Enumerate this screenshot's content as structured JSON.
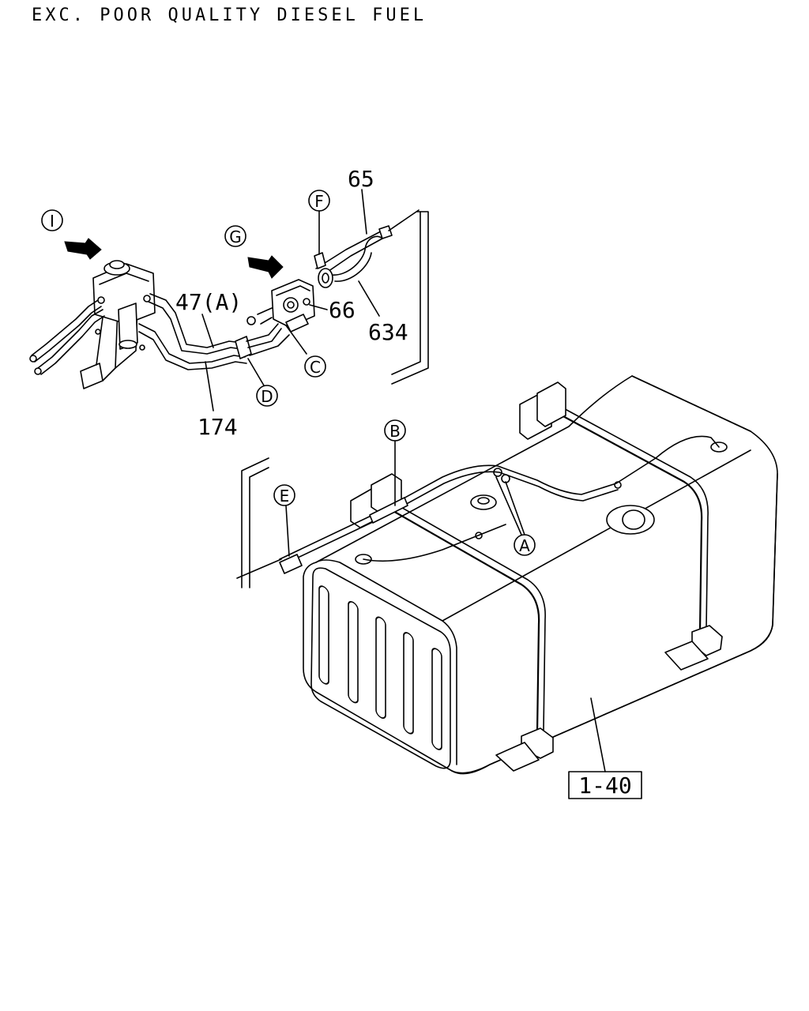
{
  "header": {
    "title": "EXC. POOR QUALITY DIESEL FUEL"
  },
  "callouts": {
    "i": "I",
    "g": "G",
    "f": "F",
    "c": "C",
    "d": "D",
    "b": "B",
    "e": "E",
    "a": "A"
  },
  "part_numbers": {
    "p65": "65",
    "p66": "66",
    "p634": "634",
    "p47a": "47(A)",
    "p174": "174",
    "ref_box": "1-40"
  }
}
